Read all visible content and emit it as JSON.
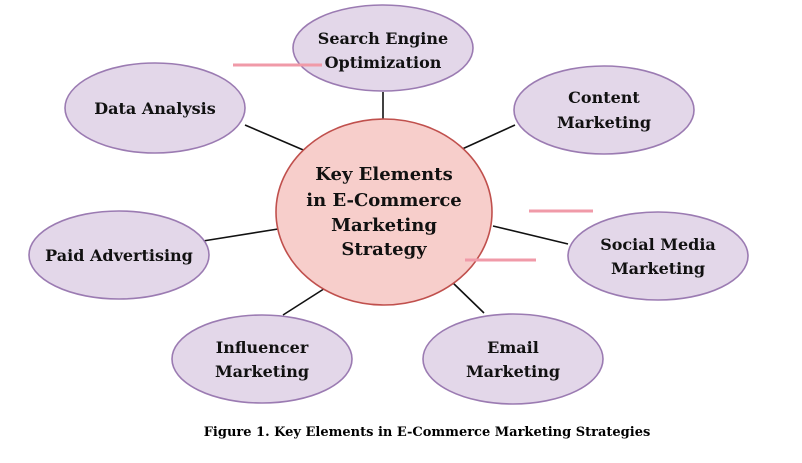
{
  "diagram": {
    "center": {
      "lines": [
        "Key Elements",
        "in E-Commerce",
        "Marketing",
        "Strategy"
      ]
    },
    "nodes": [
      {
        "id": "seo",
        "lines": [
          "Search Engine",
          "Optimization"
        ]
      },
      {
        "id": "data-analysis",
        "lines": [
          "Data Analysis"
        ]
      },
      {
        "id": "content-marketing",
        "lines": [
          "Content",
          "Marketing"
        ]
      },
      {
        "id": "paid-advertising",
        "lines": [
          "Paid Advertising"
        ]
      },
      {
        "id": "social-media-marketing",
        "lines": [
          "Social Media",
          "Marketing"
        ]
      },
      {
        "id": "influencer-marketing",
        "lines": [
          "Influencer",
          "Marketing"
        ]
      },
      {
        "id": "email-marketing",
        "lines": [
          "Email",
          "Marketing"
        ]
      }
    ],
    "colors": {
      "node_fill": "#e3d7e9",
      "node_stroke": "#9b7bb2",
      "center_fill": "#f7cecb",
      "center_stroke": "#c0504d",
      "annotation": "#f09aa8"
    }
  },
  "caption": "Figure 1. Key Elements in E-Commerce Marketing Strategies"
}
